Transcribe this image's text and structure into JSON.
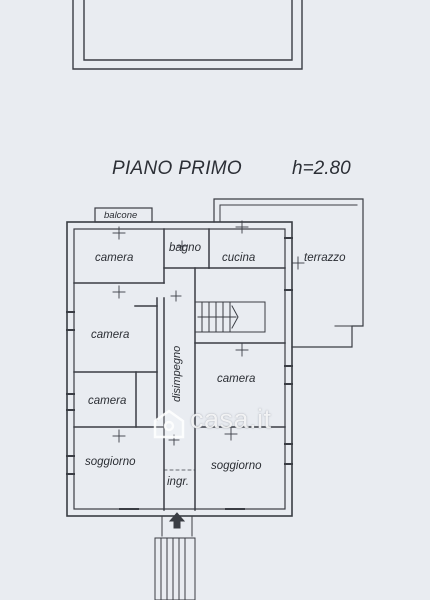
{
  "header": {
    "title": "PIANO PRIMO",
    "height": "h=2.80"
  },
  "rooms": {
    "balcone": "balcone",
    "camera_top_left": "camera",
    "bagno": "bagno",
    "cucina": "cucina",
    "terrazzo": "terrazzo",
    "camera_mid_left": "camera",
    "disimpegno": "disimpegno",
    "camera_right": "camera",
    "camera_lower_left": "camera",
    "soggiorno_left": "soggiorno",
    "soggiorno_right": "soggiorno",
    "ingresso": "ingr."
  },
  "watermark": {
    "text": "casa.it"
  },
  "colors": {
    "paper": "#e9ecf1",
    "line": "#3a3d44",
    "watermark": "#ffffff"
  }
}
